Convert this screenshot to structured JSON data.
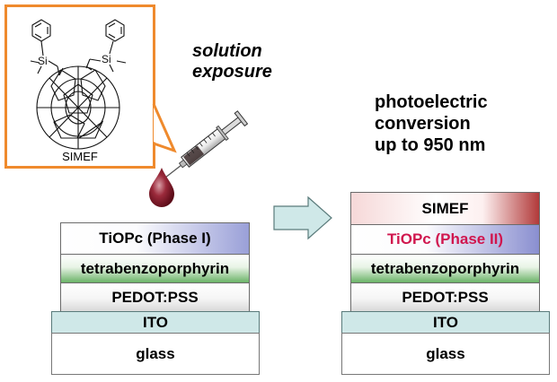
{
  "callout": {
    "label": "SIMEF"
  },
  "caption_left": {
    "line1": "solution",
    "line2": "exposure"
  },
  "caption_right": {
    "line1": "photoelectric",
    "line2": "conversion",
    "line3": "up to 950 nm"
  },
  "stack_left": {
    "layers": [
      {
        "label": "TiOPc (Phase I)"
      },
      {
        "label": "tetrabenzoporphyrin"
      },
      {
        "label": "PEDOT:PSS"
      },
      {
        "label": "ITO"
      },
      {
        "label": "glass"
      }
    ]
  },
  "stack_right": {
    "layers": [
      {
        "label": "SIMEF"
      },
      {
        "label": "TiOPc (Phase II)"
      },
      {
        "label": "tetrabenzoporphyrin"
      },
      {
        "label": "PEDOT:PSS"
      },
      {
        "label": "ITO"
      },
      {
        "label": "glass"
      }
    ]
  },
  "colors": {
    "callout_border": "#ef8a2d",
    "ito": "#cfe8e8",
    "organic_green": "#6ab267",
    "tiopc_blue": "#9aa0d8",
    "simef_red": "#b23a3a",
    "phase2_text": "#d0164e",
    "arrow_fill": "#cfe8e8",
    "droplet": "#7d1426"
  },
  "icons": [
    "syringe-icon",
    "droplet-icon",
    "right-arrow-icon",
    "simef-molecule-icon"
  ]
}
